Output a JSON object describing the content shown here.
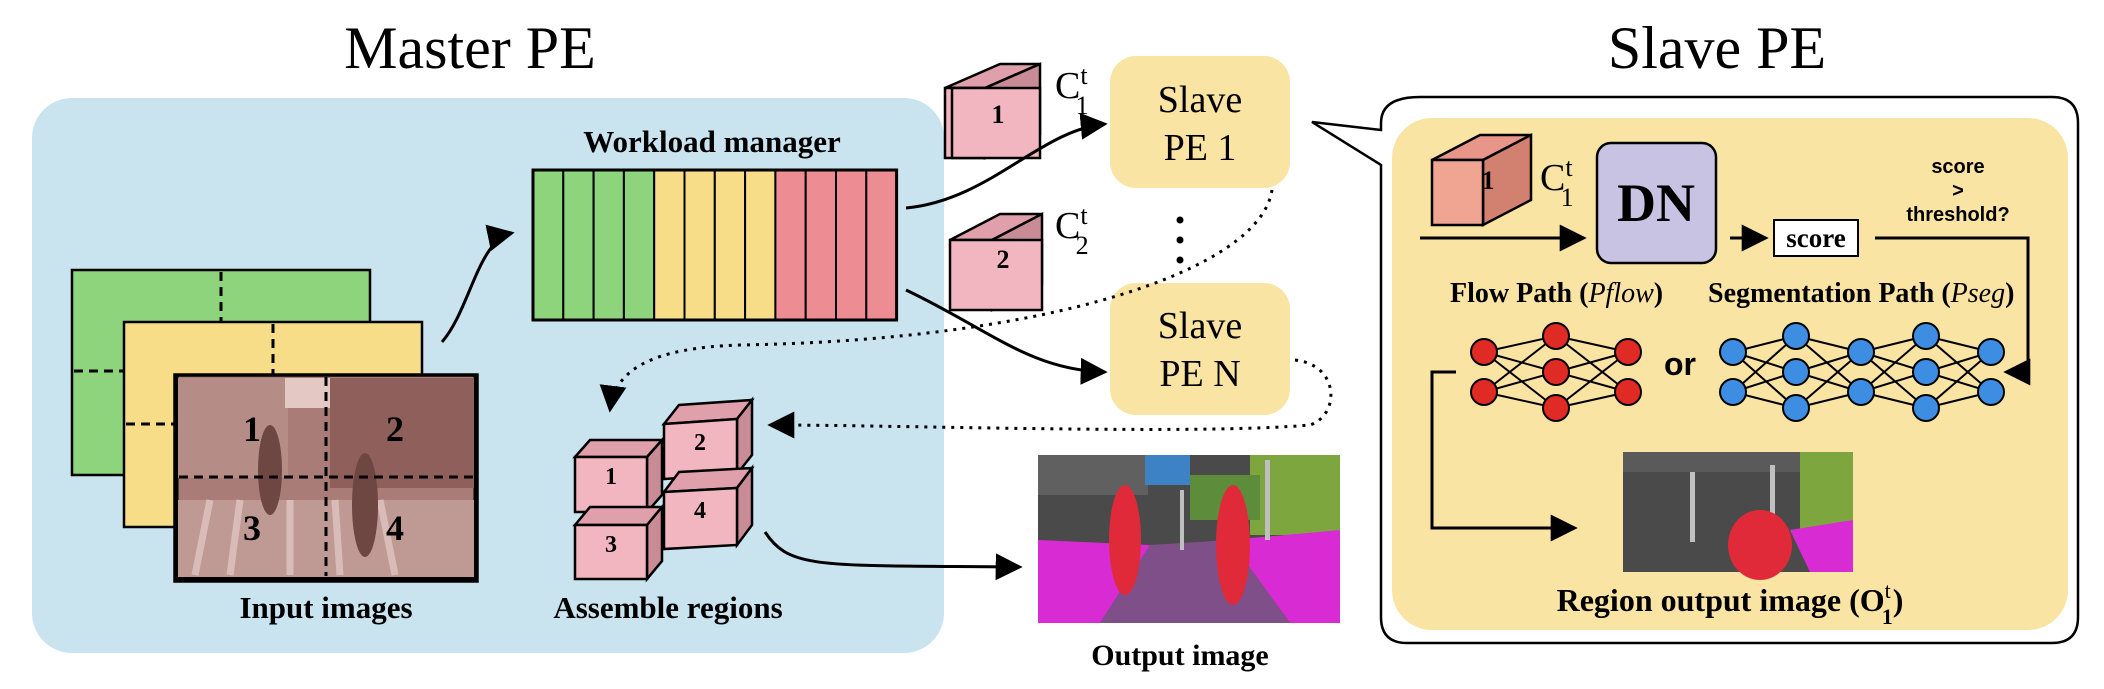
{
  "master": {
    "title": "Master PE",
    "workload_label": "Workload manager",
    "input_label": "Input images",
    "assemble_label": "Assemble regions",
    "region_numbers": [
      "1",
      "2",
      "3",
      "4"
    ]
  },
  "output": {
    "label": "Output image"
  },
  "slave_list": {
    "pe1_line1": "Slave",
    "pe1_line2": "PE 1",
    "pen_line1": "Slave",
    "pen_line2": "PE N",
    "c1_base": "C",
    "c1_sup": "t",
    "c1_sub": "1",
    "tile1": "1",
    "c2_base": "C",
    "c2_sup": "t",
    "c2_sub": "2",
    "tile2": "2"
  },
  "slave": {
    "title": "Slave PE",
    "tile": "1",
    "c_base": "C",
    "c_sup": "t",
    "c_sub": "1",
    "dn": "DN",
    "score": "score",
    "q1": "score",
    "q2": ">",
    "q3": "threshold?",
    "flow_text": "Flow Path (",
    "flow_ital": "Pflow",
    "flow_close": ")",
    "seg_text": "Segmentation Path (",
    "seg_ital": "Pseg",
    "seg_close": ")",
    "or": "or",
    "region_text": "Region output image (O",
    "region_sup": "t",
    "region_sub": "1",
    "region_close": ")"
  },
  "colors": {
    "master_bg": "#c9e3ef",
    "green": "#8ed47c",
    "yellow": "#f8dd88",
    "red": "#ee8c93",
    "pink": "#f2b6c0",
    "slave_bg": "#fae4a3",
    "dn": "#c8c3e3",
    "node_red": "#e02a24",
    "node_blue": "#3d8ee3"
  }
}
